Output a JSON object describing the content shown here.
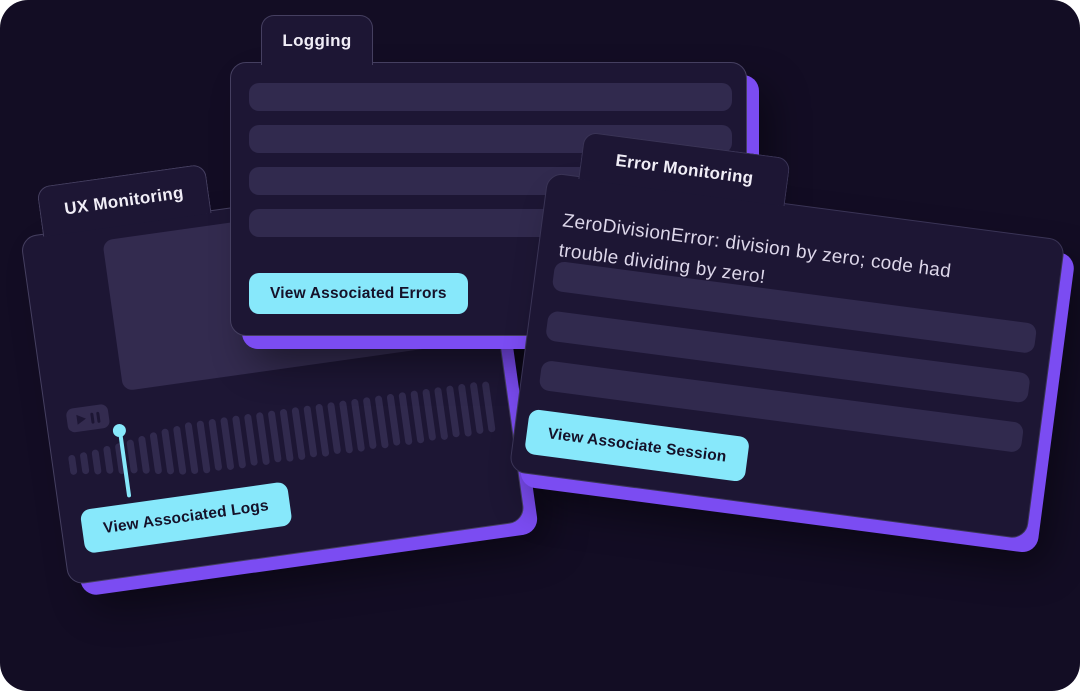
{
  "colors": {
    "background": "#130d24",
    "card": "#1d1634",
    "card_border": "#453f60",
    "skeleton": "#312a4e",
    "screen": "#332b4f",
    "accent_purple": "#7b4cf2",
    "accent_cyan": "#87e8fb",
    "button_text": "#151129",
    "title_text": "#f0edf6",
    "message_text": "#ddd7ea"
  },
  "cards": {
    "ux": {
      "tab_label": "UX Monitoring",
      "button_label": "View Associated Logs",
      "waveform_heights": [
        20,
        22,
        25,
        28,
        31,
        34,
        38,
        42,
        46,
        49,
        52,
        53,
        52,
        53,
        53,
        52,
        53,
        52,
        53,
        53,
        52,
        53,
        52,
        53,
        53,
        52,
        53,
        52,
        53,
        53,
        52,
        53,
        52,
        53,
        52,
        51
      ]
    },
    "logging": {
      "tab_label": "Logging",
      "button_label": "View Associated Errors",
      "skeleton_bars": [
        28,
        28,
        28,
        28
      ]
    },
    "error": {
      "tab_label": "Error Monitoring",
      "message": "ZeroDivisionError: division by zero; code had trouble dividing by zero!",
      "button_label": "View Associate Session",
      "skeleton_bars": [
        30,
        30,
        30
      ]
    }
  }
}
